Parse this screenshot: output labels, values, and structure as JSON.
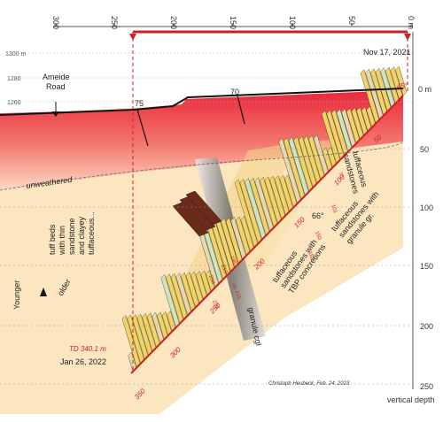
{
  "top_axis": {
    "ticks": [
      "300",
      "250",
      "200",
      "150",
      "100",
      "50",
      "0 m"
    ]
  },
  "elevation_axis": {
    "ticks": [
      "1300 m",
      "1280",
      "1260"
    ]
  },
  "depth_axis": {
    "ticks": [
      "0 m",
      "50",
      "100",
      "150",
      "200",
      "250"
    ],
    "title": "vertical depth"
  },
  "header": {
    "date": "Nov 17, 2021",
    "road": "Ameide\nRoad",
    "angle": "45°"
  },
  "topo_markers": [
    "75",
    "70"
  ],
  "labels": {
    "unweathered": "unweathered",
    "left_unit": "tuff beds\nwith thin\nsandstone\nand clayey\ntuffaceous...",
    "younger": "Younger",
    "older": "older",
    "td": "TD 340.1 m",
    "end_date": "Jan 26, 2022",
    "credit": "Christoph Heubeck, Feb. 24, 2023",
    "dip": "66°",
    "unit1": "tuffaceous\nsandstones",
    "unit2": "tuffaceous\nsandstones with\ngranule gr.",
    "unit3": "tuffaceous\nsandstones with\nTBP concretions",
    "unit4": "granule cgl"
  },
  "borehole_depths": [
    "50",
    "100",
    "150",
    "200",
    "250",
    "300",
    "350"
  ],
  "borehole_side_labels": [
    "70",
    "101",
    "150",
    "162",
    "195",
    "219",
    "234",
    "ca. 215",
    "230"
  ]
}
